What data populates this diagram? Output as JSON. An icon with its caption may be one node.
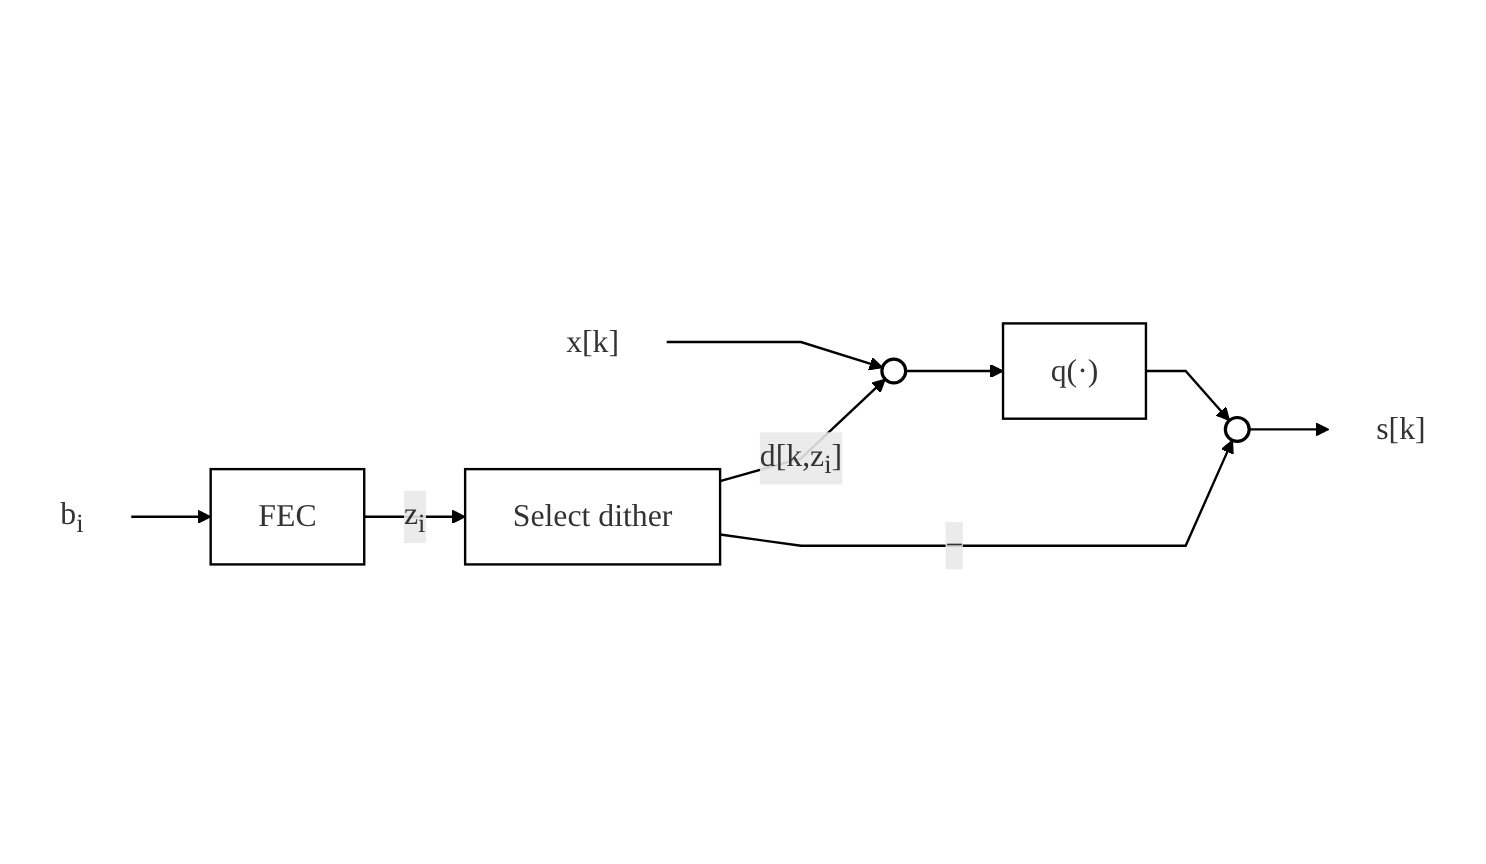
{
  "diagram": {
    "nodes": [
      {
        "text": [
          "x[k]"
        ]
      },
      {
        "text": [],
        "shape": "circle"
      },
      {
        "text": [
          "q(·)"
        ]
      },
      {
        "text": [],
        "shape": "circle"
      },
      {
        "text": [
          "s[k]"
        ]
      },
      {
        "text": [
          "Select dither"
        ]
      },
      {
        "text": [
          "FEC"
        ]
      },
      {
        "text": [
          "b$_{i}$"
        ]
      }
    ],
    "edges": [
      {
        "from": 0,
        "to": 1,
        "arrow": "to"
      },
      {
        "from": 1,
        "to": 2,
        "arrow": "to"
      },
      {
        "from": 2,
        "to": 3,
        "arrow": "to"
      },
      {
        "from": 3,
        "to": 4,
        "arrow": "to"
      },
      {
        "from": 5,
        "to": 1,
        "arrow": "to",
        "label": "d[k,z$_{i}$]"
      },
      {
        "from": 5,
        "to": 3,
        "arrow": "to",
        "label": "−"
      },
      {
        "from": 6,
        "to": 5,
        "arrow": "to",
        "label": "z$_{i}$"
      },
      {
        "from": 7,
        "to": 6,
        "arrow": "to"
      }
    ]
  }
}
